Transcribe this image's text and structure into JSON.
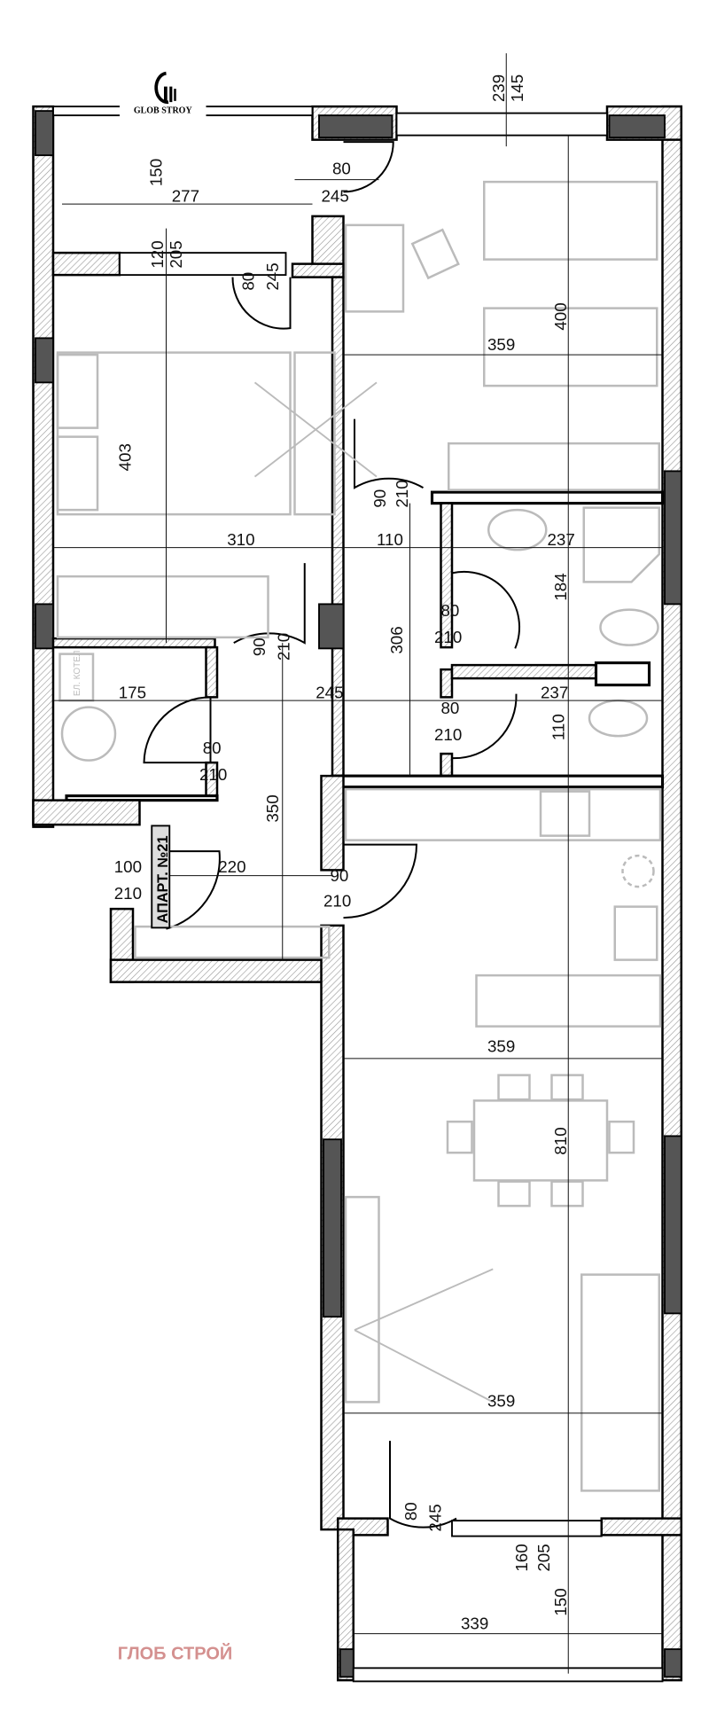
{
  "logo": {
    "text": "GLOB STROY"
  },
  "watermark": {
    "text": "ГЛОБ СТРОЙ",
    "color": "#d4908f"
  },
  "apartment_label": "АПАРТ. №21",
  "boiler_label": "ЕЛ. КОТЕЛ",
  "dimensions": {
    "top_window_a": "239",
    "top_window_b": "145",
    "balcony_door_w": "80",
    "balcony_door_h": "245",
    "balcony_width": "277",
    "balcony_depth": "150",
    "bed1_window_a": "120",
    "bed1_window_b": "205",
    "bed1_door_w": "80",
    "bed1_door_h": "245",
    "bed2_depth": "400",
    "bed2_width": "359",
    "bed1_depth": "403",
    "bed1_width": "310",
    "corridor_width": "110",
    "bath_width": "237",
    "bed2_door_w": "90",
    "bed2_door_h": "210",
    "bath_depth": "184",
    "bath_door_w": "80",
    "bath_door_h": "210",
    "bed1_entry_w": "90",
    "bed1_entry_h": "210",
    "corridor_len": "306",
    "storage_width": "175",
    "hall_width": "245",
    "wc_width": "237",
    "wc_door_w": "80",
    "wc_door_h": "210",
    "wc_depth": "110",
    "storage_door_w": "80",
    "storage_door_h": "210",
    "hall_len": "350",
    "entry_door_w": "100",
    "entry_door_h": "210",
    "hall_width2": "220",
    "living_door_w": "90",
    "living_door_h": "210",
    "kitchen_width": "359",
    "living_depth": "810",
    "living_width": "359",
    "terrace_door_w": "80",
    "terrace_door_h": "245",
    "terrace_window_a": "160",
    "terrace_window_b": "205",
    "terrace_depth": "150",
    "terrace_width": "339"
  }
}
